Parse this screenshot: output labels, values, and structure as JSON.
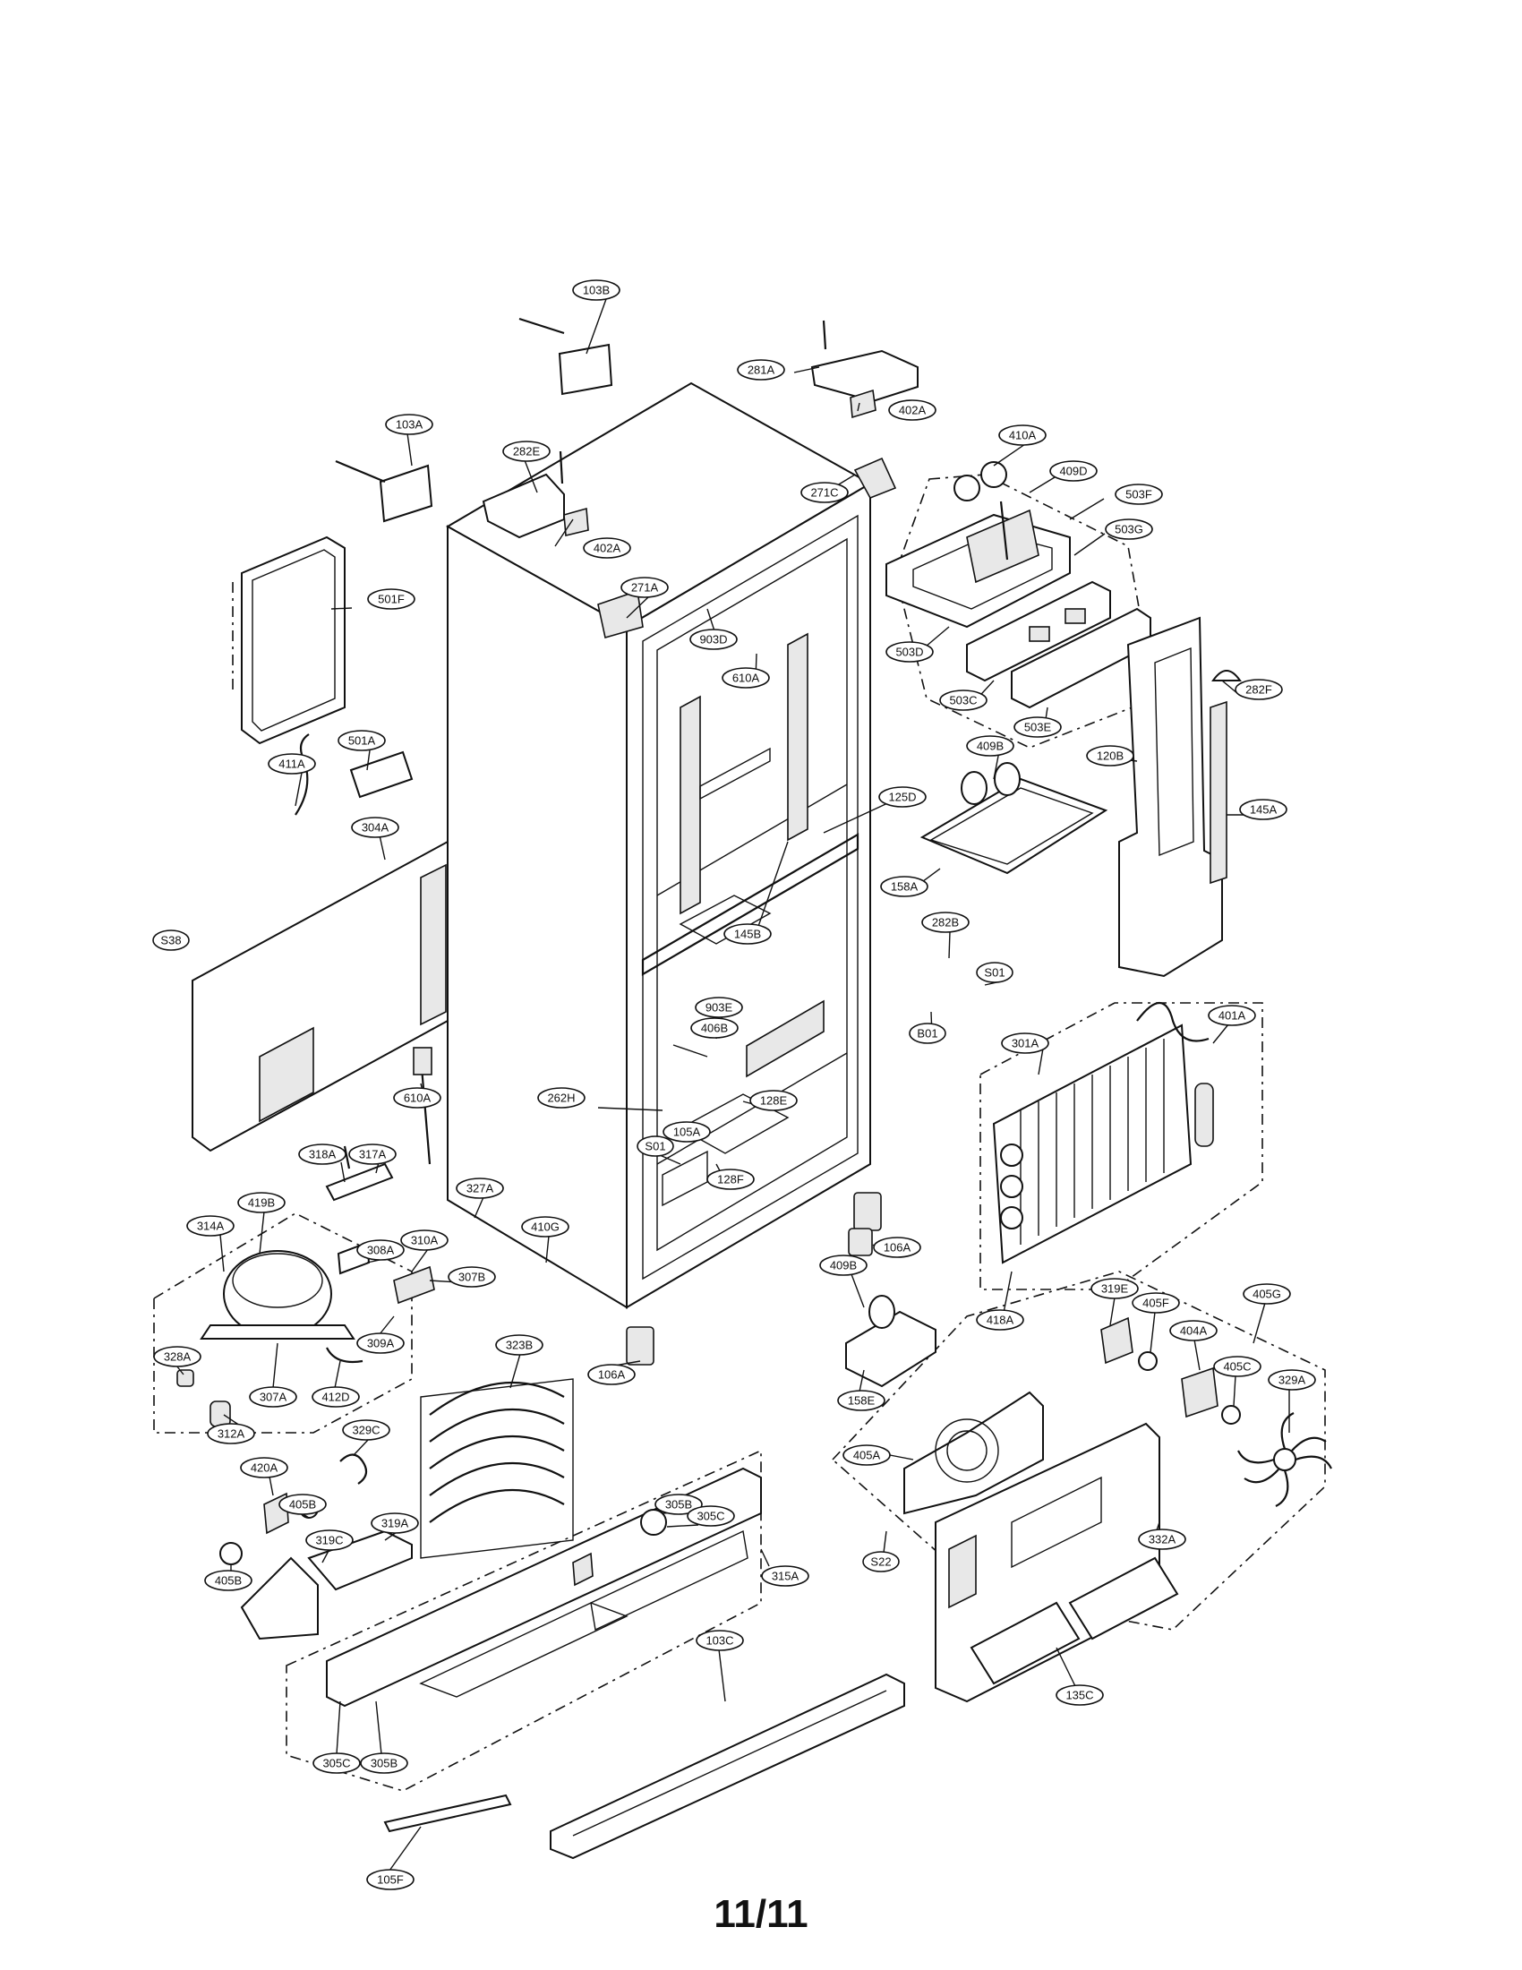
{
  "page_number": "11/11",
  "callouts": [
    "103B",
    "281A",
    "402A",
    "103A",
    "282E",
    "410A",
    "409D",
    "271C",
    "503F",
    "503G",
    "402A",
    "501F",
    "271A",
    "903D",
    "610A",
    "503D",
    "503C",
    "503E",
    "282F",
    "411A",
    "501A",
    "409B",
    "120B",
    "125D",
    "145A",
    "304A",
    "S38",
    "158A",
    "145B",
    "282B",
    "S01",
    "903E",
    "406B",
    "B01",
    "301A",
    "401A",
    "262H",
    "128E",
    "610A",
    "105A",
    "S01",
    "128F",
    "318A",
    "317A",
    "327A",
    "410G",
    "106A",
    "419B",
    "314A",
    "308A",
    "310A",
    "307B",
    "409B",
    "319E",
    "405F",
    "405G",
    "309A",
    "418A",
    "404A",
    "328A",
    "307A",
    "412D",
    "106A",
    "323B",
    "158E",
    "405C",
    "329A",
    "312A",
    "329C",
    "420A",
    "405A",
    "405B",
    "305B",
    "305C",
    "319C",
    "319A",
    "405B",
    "332A",
    "S22",
    "315A",
    "103C",
    "135C",
    "305C",
    "305B",
    "105F"
  ]
}
